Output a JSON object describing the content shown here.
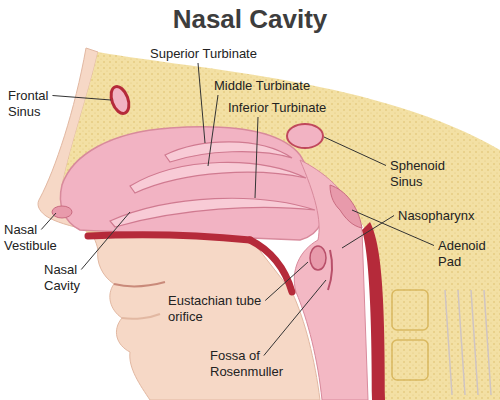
{
  "diagram": {
    "title": "Nasal Cavity",
    "labels": [
      "Frontal Sinus",
      "Superior Turbinate",
      "Middle Turbinate",
      "Inferior Turbinate",
      "Sphenoid Sinus",
      "Nasopharynx",
      "Adenoid Pad",
      "Nasal Vestibule",
      "Nasal Cavity",
      "Eustachian tube orifice",
      "Fossa of Rosenmuller"
    ]
  }
}
